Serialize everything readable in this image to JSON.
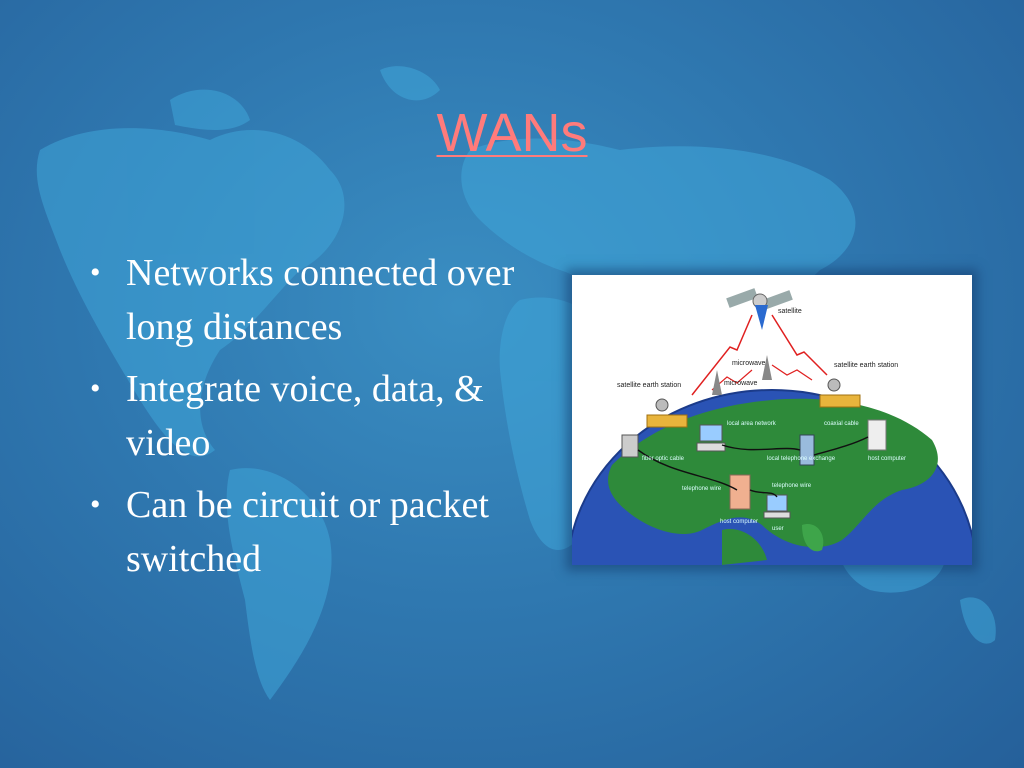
{
  "slide": {
    "title": "WANs",
    "bullets": [
      "Networks connected over long distances",
      "Integrate voice, data, & video",
      "Can be circuit or packet switched"
    ]
  },
  "figure": {
    "labels": {
      "satellite": "satellite",
      "satellite_station_left": "satellite earth station",
      "satellite_station_right": "satellite earth station",
      "microwave_top": "microwave",
      "microwave_mid": "microwave",
      "local_area_network": "local area network",
      "coaxial_cable": "coaxial cable",
      "fiber_optic_cable": "fiber optic cable",
      "local_telephone_exchange": "local telephone exchange",
      "host_computer_right": "host computer",
      "host_computer_bottom": "host computer",
      "telephone_wire_left": "telephone wire",
      "telephone_wire_right": "telephone wire",
      "user": "user"
    }
  },
  "colors": {
    "background": "#2f78b0",
    "title": "#ff7b7b",
    "bullet_text": "#ffffff",
    "ocean": "#2a53b5",
    "land": "#2e8a3a"
  }
}
